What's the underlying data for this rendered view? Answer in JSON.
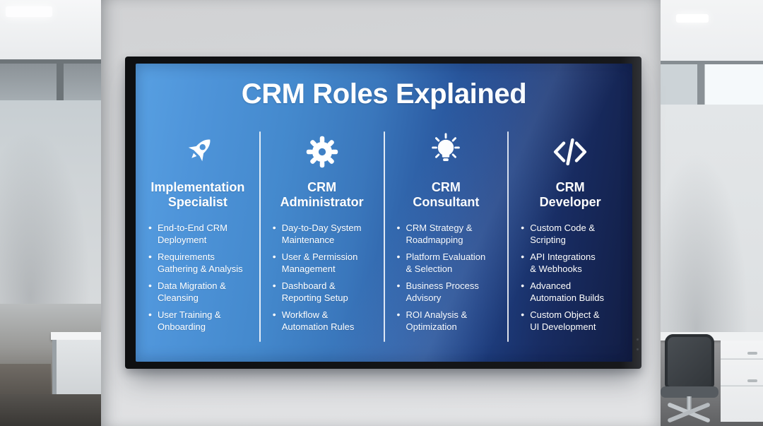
{
  "scene": {
    "wall_color": "#d8d9db",
    "tv_bezel_color": "#141518"
  },
  "slide": {
    "title": "CRM Roles Explained",
    "colors": {
      "screen_gradient_left": "#4f95da",
      "screen_gradient_right": "#121d43",
      "text": "#ffffff",
      "divider": "#ffffff"
    },
    "columns": [
      {
        "icon": "rocket-icon",
        "title": "Implementation\nSpecialist",
        "bullets": [
          "End-to-End CRM\nDeployment",
          "Requirements\nGathering & Analysis",
          "Data Migration &\nCleansing",
          "User Training &\nOnboarding"
        ]
      },
      {
        "icon": "gear-icon",
        "title": "CRM\nAdministrator",
        "bullets": [
          "Day-to-Day System\nMaintenance",
          "User & Permission\nManagement",
          "Dashboard &\nReporting Setup",
          "Workflow &\nAutomation Rules"
        ]
      },
      {
        "icon": "lightbulb-icon",
        "title": "CRM\nConsultant",
        "bullets": [
          "CRM Strategy &\nRoadmapping",
          "Platform Evaluation\n& Selection",
          "Business Process\nAdvisory",
          "ROI Analysis &\nOptimization"
        ]
      },
      {
        "icon": "code-icon",
        "title": "CRM\nDeveloper",
        "bullets": [
          "Custom Code &\nScripting",
          "API Integrations\n& Webhooks",
          "Advanced\nAutomation Builds",
          "Custom Object &\nUI Development"
        ]
      }
    ]
  }
}
